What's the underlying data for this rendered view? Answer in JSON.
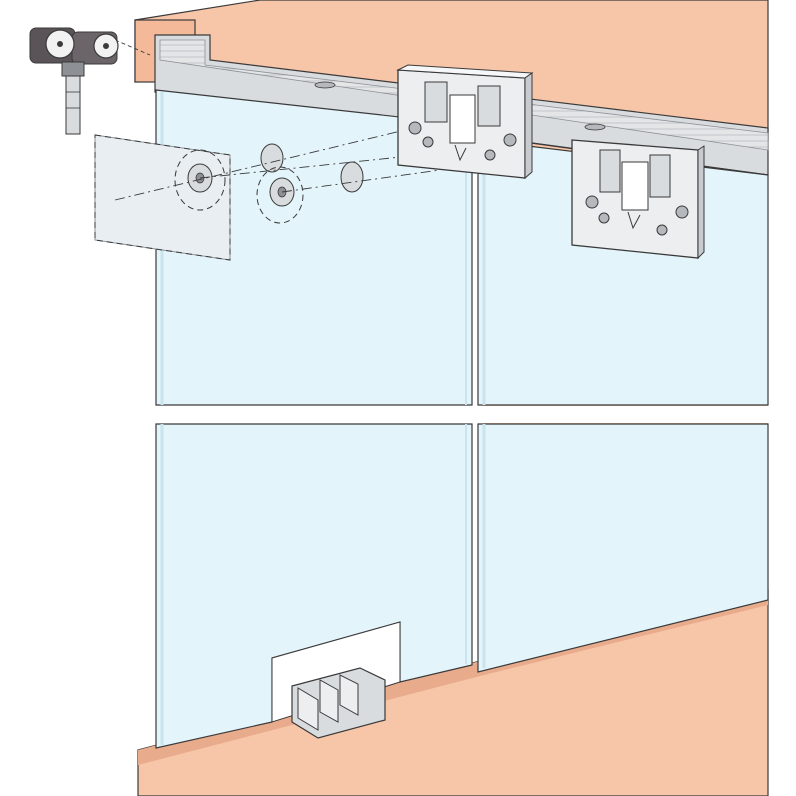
{
  "diagram": {
    "kind": "sliding-glass-door-hardware-assembly",
    "components": [
      {
        "id": "wall",
        "icon": "wall"
      },
      {
        "id": "top-track-rail",
        "icon": "rail"
      },
      {
        "id": "roller-carriage",
        "icon": "roller"
      },
      {
        "id": "glass-door-left",
        "icon": "glass-panel"
      },
      {
        "id": "glass-door-right",
        "icon": "glass-panel"
      },
      {
        "id": "clamp-plate-left",
        "icon": "clamp"
      },
      {
        "id": "clamp-plate-right",
        "icon": "clamp"
      },
      {
        "id": "protective-pad",
        "icon": "pad"
      },
      {
        "id": "floor-guide",
        "icon": "guide"
      },
      {
        "id": "floor",
        "icon": "floor"
      }
    ],
    "colors": {
      "wall": "#f7c5a8",
      "wall_shadow": "#e8ac8c",
      "glass": "#e4f4fb",
      "glass_edge": "#c9e3ef",
      "metal": "#e6e8ea",
      "metal_dark": "#8d9196",
      "line": "#3a3a3a",
      "roller_dark": "#5a5458"
    }
  }
}
